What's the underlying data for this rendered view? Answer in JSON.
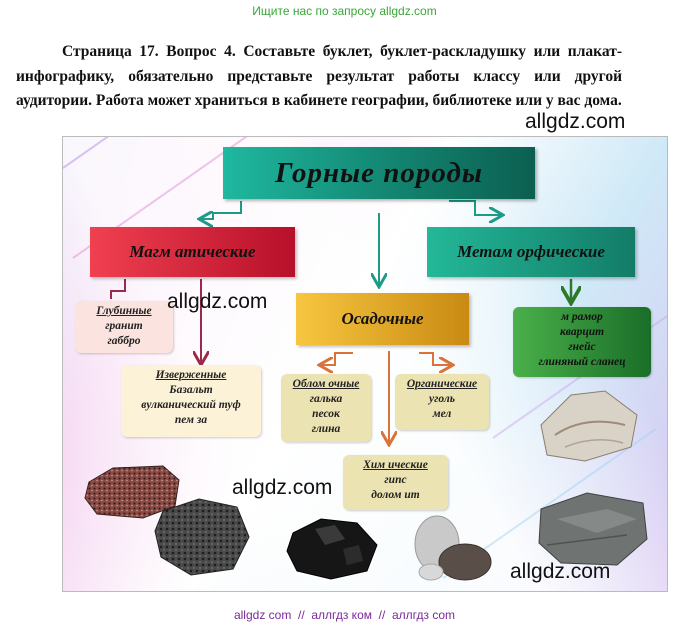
{
  "header": {
    "site_link": "Ищите нас по запросу allgdz.com"
  },
  "question": {
    "text": "Страница 17. Вопрос 4. Составьте буклет, буклет-раскладушку или плакат-инфографику, обязательно представьте результат работы классу или другой аудитории. Работа может храниться в кабинете географии, библиотеке или у вас дома."
  },
  "watermarks": [
    "allgdz.com",
    "allgdz.com",
    "allgdz.com",
    "allgdz.com"
  ],
  "poster": {
    "title": "Горные породы",
    "magmatic": {
      "label": "Магм атические",
      "deep": {
        "heading": "Глубинные",
        "items": [
          "гранит",
          "габбро"
        ]
      },
      "erupted": {
        "heading": "Изверженные",
        "items": [
          "Базальт",
          "вулканический туф",
          "пем за"
        ]
      }
    },
    "sedimentary": {
      "label": "Осадочные",
      "clastic": {
        "heading": "Облом очные",
        "items": [
          "галька",
          "песок",
          "глина"
        ]
      },
      "organic": {
        "heading": "Органические",
        "items": [
          "уголь",
          "мел"
        ]
      },
      "chemical": {
        "heading": "Хим ические",
        "items": [
          "гипс",
          "долом ит"
        ]
      }
    },
    "metamorphic": {
      "label": "Метам орфические",
      "items": [
        "м рамор",
        "кварцит",
        "гнейс",
        "глиняный сланец"
      ]
    },
    "colors": {
      "title_bg": "#12806c",
      "magmatic_bg": "#d92a3c",
      "sedimentary_bg": "#e3a928",
      "metamorphic_bg": "#1e9b80",
      "arrow_teal": "#1e9b86",
      "arrow_orange": "#d9733a",
      "arrow_maroon": "#9a2a4a",
      "arrow_green": "#2a7a2a"
    }
  },
  "footer": {
    "text": "allgdz com  //  аллгдз ком  //  аллгдз com"
  }
}
